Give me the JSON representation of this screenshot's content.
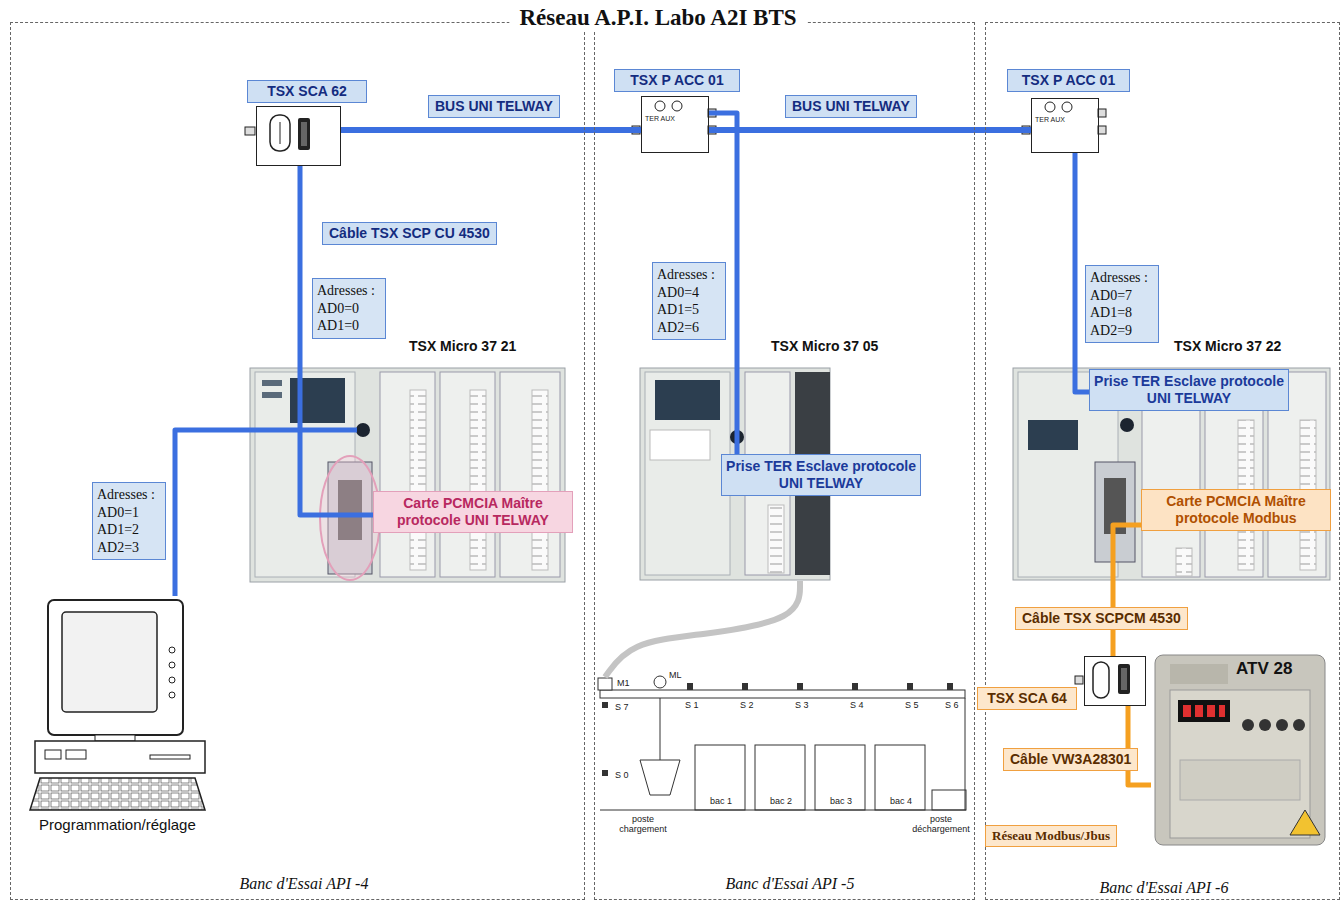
{
  "diagram": {
    "title": "Réseau A.P.I. Labo A2I BTS",
    "nodes": [
      {
        "text": [
          "Banc d'Essai API -4"
        ]
      },
      {
        "text": [
          "TSX SCA 62"
        ],
        "in": 0
      },
      {
        "text": [
          "TSX Micro 37 21"
        ],
        "in": 0
      },
      {
        "text": [
          "Carte PCMCIA Maître protocole UNI TELWAY"
        ],
        "in": 2
      },
      {
        "text": [
          "Programmation/réglage"
        ],
        "in": 0
      },
      {
        "text": [
          "Banc d'Essai API -5"
        ]
      },
      {
        "text": [
          "TSX P ACC 01"
        ],
        "in": 5
      },
      {
        "text": [
          "TSX Micro 37 05"
        ],
        "in": 5
      },
      {
        "text": [
          "Prise TER Esclave protocole UNI TELWAY"
        ],
        "in": 7
      },
      {
        "text": [
          "M1",
          "ML",
          "S 7",
          "S 1",
          "S 2",
          "S 3",
          "S 4",
          "S 5",
          "S 6",
          "S 0",
          "bac 1",
          "bac 2",
          "bac 3",
          "bac 4",
          "poste chargement",
          "poste déchargement"
        ],
        "in": 5
      },
      {
        "text": [
          "Banc d'Essai API -6"
        ]
      },
      {
        "text": [
          "TSX P ACC 01"
        ],
        "in": 10
      },
      {
        "text": [
          "TSX Micro 37 22"
        ],
        "in": 10
      },
      {
        "text": [
          "Prise TER Esclave protocole UNI TELWAY"
        ],
        "in": 12
      },
      {
        "text": [
          "Carte PCMCIA Maître protocole Modbus"
        ],
        "in": 12
      },
      {
        "text": [
          "TSX SCA 64"
        ],
        "in": 10
      },
      {
        "text": [
          "ATV 28"
        ],
        "in": 10
      }
    ],
    "edges": [
      {
        "from": 1,
        "to": 6,
        "arrow": "none",
        "label": "BUS UNI TELWAY"
      },
      {
        "from": 6,
        "to": 11,
        "arrow": "none",
        "label": "BUS UNI TELWAY"
      },
      {
        "from": 1,
        "to": 3,
        "arrow": "none",
        "label": "Câble TSX SCP CU 4530"
      },
      {
        "from": 4,
        "to": 2,
        "arrow": "none"
      },
      {
        "from": 6,
        "to": 8,
        "arrow": "none"
      },
      {
        "from": 11,
        "to": 13,
        "arrow": "none"
      },
      {
        "from": 7,
        "to": 9,
        "arrow": "none"
      },
      {
        "from": 14,
        "to": 15,
        "arrow": "none",
        "label": "Câble TSX SCPCM 4530"
      },
      {
        "from": 15,
        "to": 16,
        "arrow": "none",
        "label": "Câble VW3A28301"
      }
    ],
    "labels": [
      "Adresses : AD0=0 AD1=0",
      "Adresses : AD0=1 AD1=2 AD2=3",
      "Adresses : AD0=4 AD1=5 AD2=6",
      "Adresses : AD0=7 AD1=8 AD2=9",
      "Réseau Modbus/Jbus",
      "TER AUX",
      "TER AUX"
    ]
  }
}
